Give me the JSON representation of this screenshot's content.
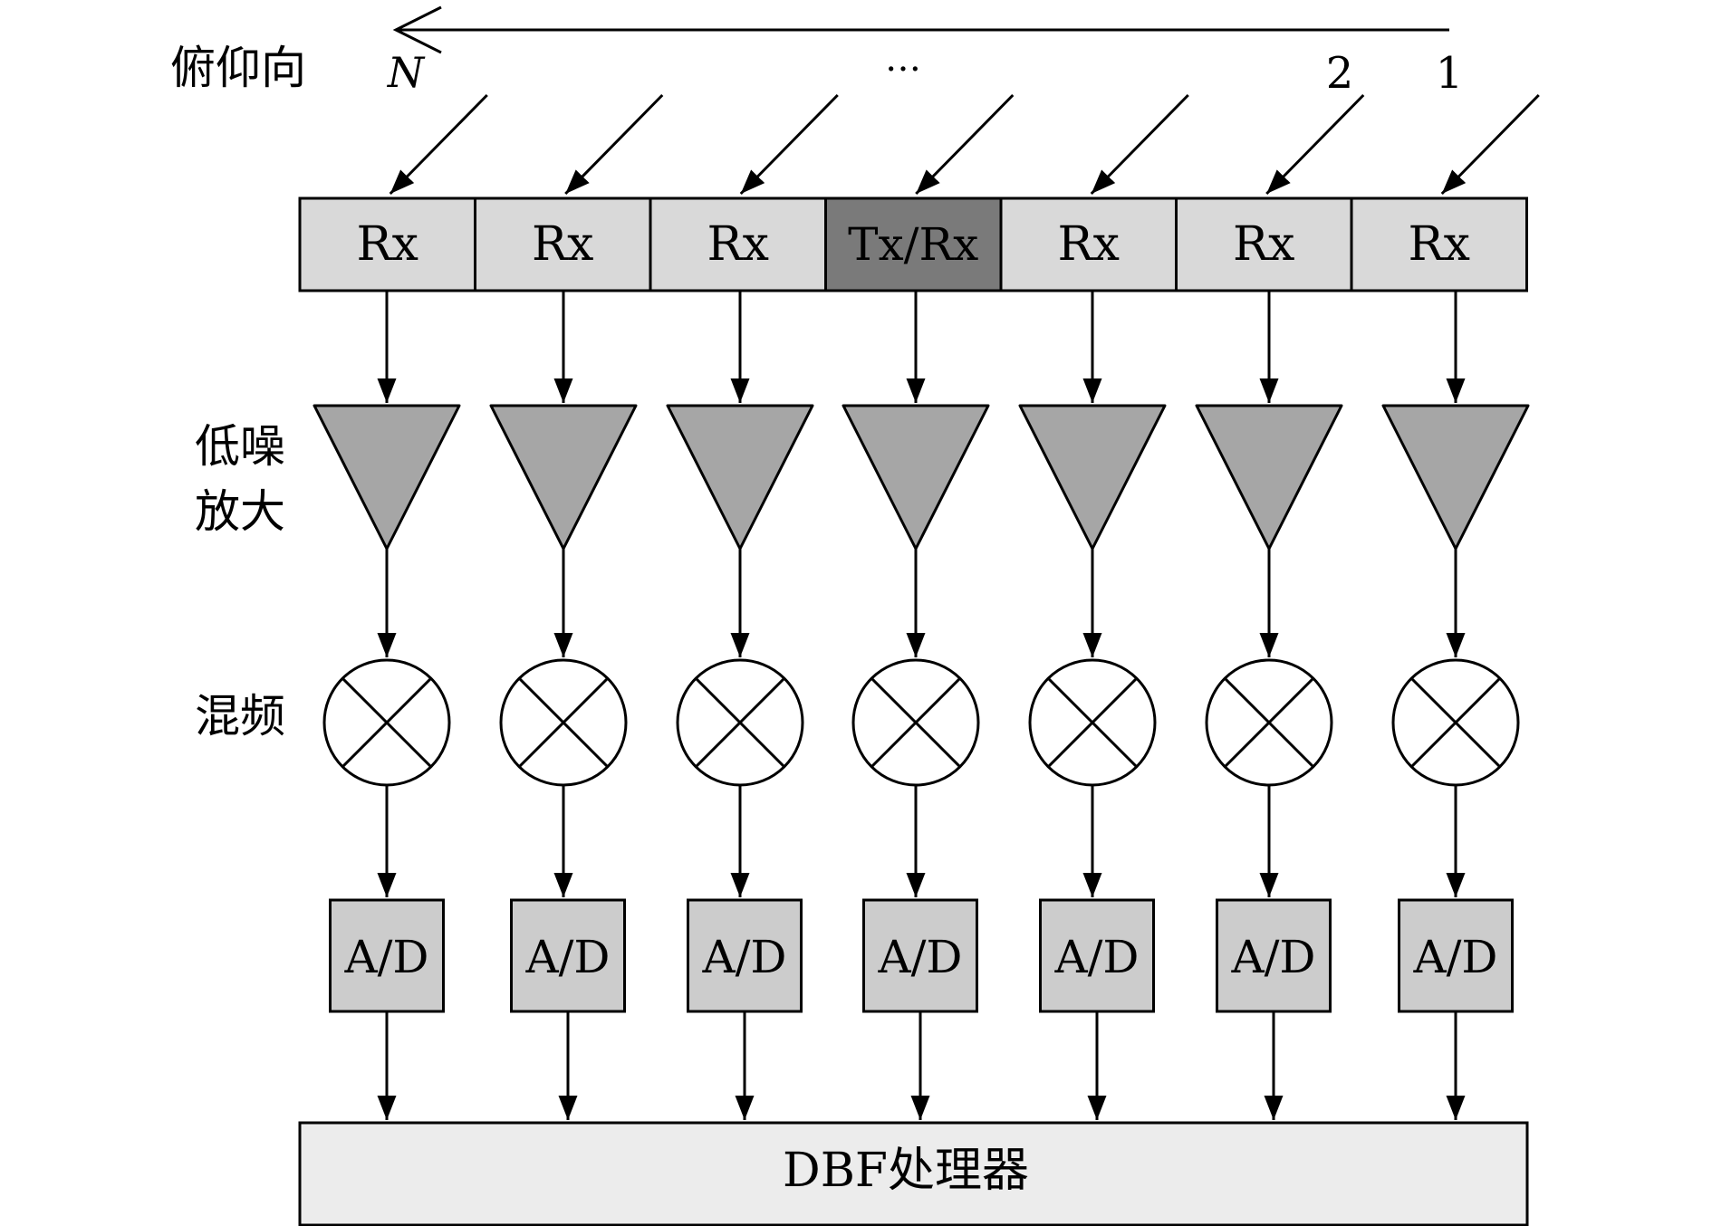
{
  "direction_label": "俯仰向",
  "index_labels": {
    "n": "N",
    "ellipsis": "…",
    "two": "2",
    "one": "1"
  },
  "stage_labels": {
    "lna_line1": "低噪",
    "lna_line2": "放大",
    "mixer": "混频"
  },
  "channels": [
    {
      "element": "Rx",
      "adc": "A/D"
    },
    {
      "element": "Rx",
      "adc": "A/D"
    },
    {
      "element": "Rx",
      "adc": "A/D"
    },
    {
      "element": "Tx/Rx",
      "adc": "A/D"
    },
    {
      "element": "Rx",
      "adc": "A/D"
    },
    {
      "element": "Rx",
      "adc": "A/D"
    },
    {
      "element": "Rx",
      "adc": "A/D"
    }
  ],
  "processor_label": "DBF处理器",
  "colors": {
    "element_fill": "#d9d9d9",
    "txrx_fill": "#7a7a7a",
    "amplifier_fill": "#a6a6a6",
    "adc_fill": "#cccccc",
    "processor_fill": "#ececec",
    "stroke": "#000000"
  }
}
